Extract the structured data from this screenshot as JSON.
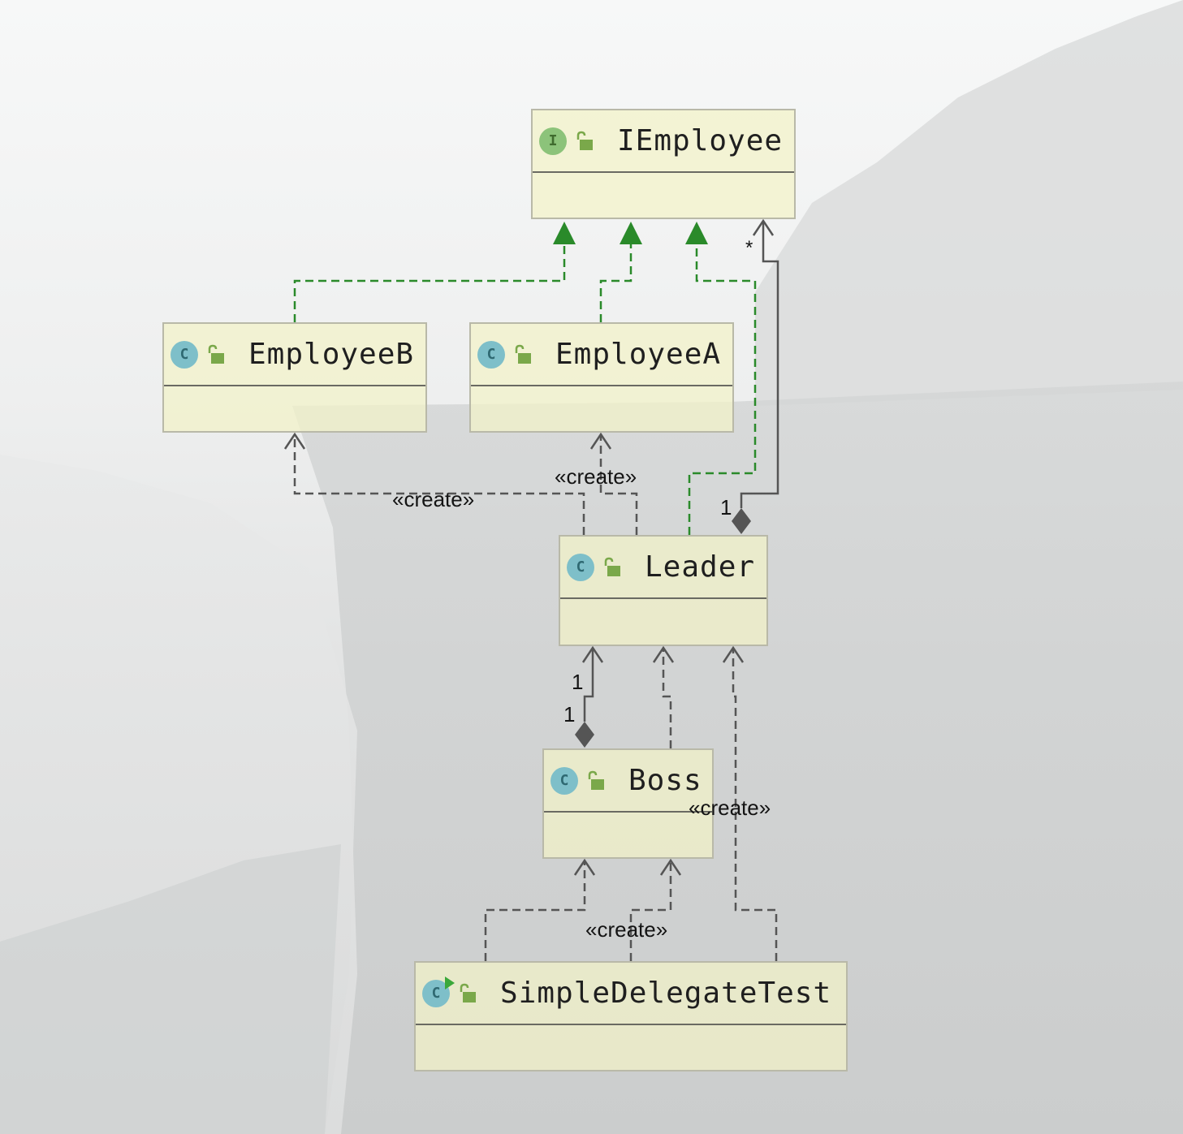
{
  "diagram": {
    "classes": [
      {
        "id": "iemployee",
        "name": "IEmployee",
        "kind": "I"
      },
      {
        "id": "employeeb",
        "name": "EmployeeB",
        "kind": "C"
      },
      {
        "id": "employeea",
        "name": "EmployeeA",
        "kind": "C"
      },
      {
        "id": "leader",
        "name": "Leader",
        "kind": "C"
      },
      {
        "id": "boss",
        "name": "Boss",
        "kind": "C"
      },
      {
        "id": "simpledelegatetest",
        "name": "SimpleDelegateTest",
        "kind": "C"
      }
    ],
    "labels": {
      "create": "«create»",
      "mult_star": "*",
      "mult_one": "1"
    }
  },
  "colors": {
    "implements": "#2a8a2a",
    "dependency": "#555555",
    "node_fill": "#f3f3c8",
    "icon_class": "#7ebfc9",
    "icon_interface": "#8cc37a",
    "lock": "#7aa84a"
  },
  "icons": {
    "class": "class-c-icon",
    "interface": "interface-i-icon",
    "runnable": "run-class-icon",
    "visibility": "lock-open-icon"
  }
}
